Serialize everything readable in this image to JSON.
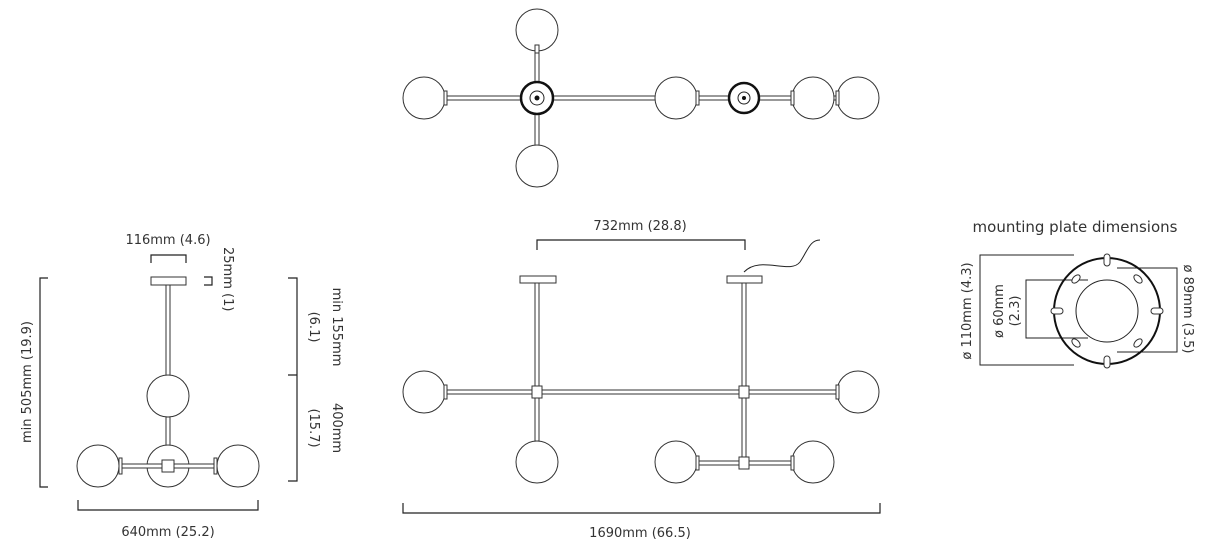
{
  "top_view": {},
  "side_view": {
    "width_label": "640mm (25.2)",
    "plate_width_label": "116mm (4.6)",
    "plate_height_label": "25mm (1)",
    "total_height_label": "min 505mm (19.9)",
    "rod_height_label": "min 155mm",
    "rod_height_inch": "(6.1)",
    "fixture_height_label": "400mm",
    "fixture_height_inch": "(15.7)"
  },
  "front_view": {
    "plate_spacing_label": "732mm (28.8)",
    "width_label": "1690mm (66.5)"
  },
  "mounting_plate": {
    "title": "mounting plate dimensions",
    "outer_label": "ø 110mm (4.3)",
    "inner_label": "ø 60mm",
    "inner_inch": "(2.3)",
    "holes_label": "ø 89mm (3.5)"
  },
  "colors": {
    "line": "#222222"
  }
}
